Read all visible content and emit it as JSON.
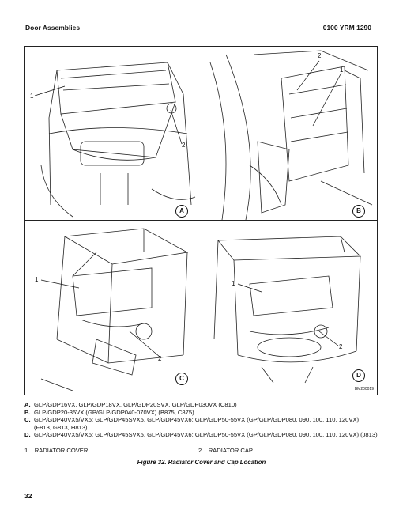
{
  "header": {
    "section": "Door Assemblies",
    "code": "0100 YRM 1290"
  },
  "figure": {
    "panels": [
      {
        "label": "A",
        "callouts": [
          "1",
          "2"
        ]
      },
      {
        "label": "B",
        "callouts": [
          "2",
          "1"
        ]
      },
      {
        "label": "C",
        "callouts": [
          "1",
          "2"
        ]
      },
      {
        "label": "D",
        "callouts": [
          "1",
          "2"
        ]
      }
    ],
    "figure_id": "BM200019"
  },
  "legend": [
    {
      "key": "A.",
      "text": "GLP/GDP16VX, GLP/GDP18VX, GLP/GDP20SVX, GLP/GDP030VX (C810)"
    },
    {
      "key": "B.",
      "text": "GLP/GDP20-35VX (GP/GLP/GDP040-070VX) (B875, C875)"
    },
    {
      "key": "C.",
      "text": "GLP/GDP40VX5/VX6; GLP/GDP45SVX5, GLP/GDP45VX6; GLP/GDP50-55VX (GP/GLP/GDP080, 090, 100, 110, 120VX) (F813, G813, H813)"
    },
    {
      "key": "D.",
      "text": "GLP/GDP40VX5/VX6; GLP/GDP45SVX5, GLP/GDP45VX6; GLP/GDP50-55VX (GP/GLP/GDP080, 090, 100, 110, 120VX) (J813)"
    }
  ],
  "items": [
    {
      "num": "1.",
      "label": "RADIATOR COVER"
    },
    {
      "num": "2.",
      "label": "RADIATOR CAP"
    }
  ],
  "caption": "Figure 32. Radiator Cover and Cap Location",
  "page_number": "32"
}
